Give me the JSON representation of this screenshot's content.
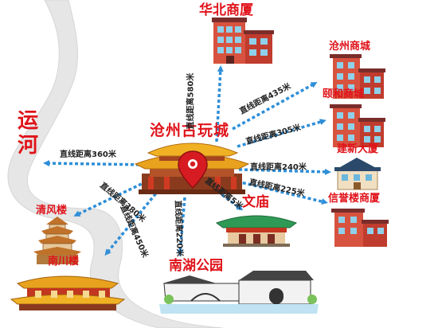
{
  "river": {
    "name_line1": "运",
    "name_line2": "河"
  },
  "center": {
    "name": "沧州古玩城",
    "marker": "location-pin-icon"
  },
  "places": {
    "huabei": "华北商厦",
    "cangzhou_mall": "沧州商城",
    "yihe_mall": "颐和商城",
    "jianxin": "建新大厦",
    "xinyu": "信誉楼商厦",
    "wenmiao": "文庙",
    "nanhu": "南湖公园",
    "nanchuan": "南川楼",
    "qingfeng": "清风楼"
  },
  "distances": {
    "huabei": "直线距离580米",
    "cangzhou_mall": "直线距离435米",
    "yihe_mall": "直线距离305米",
    "jianxin": "直线距离240米",
    "xinyu": "直线距离225米",
    "wenmiao": "直线距离5米",
    "nanhu": "直线距离220米",
    "nanchuan": "直线距离450米",
    "qingfeng": "直线距离380米",
    "river": "直线距离360米"
  },
  "colors": {
    "label_red": "#e0131a",
    "arrow_blue": "#2f8fd8",
    "river": "#e3e3e3"
  }
}
